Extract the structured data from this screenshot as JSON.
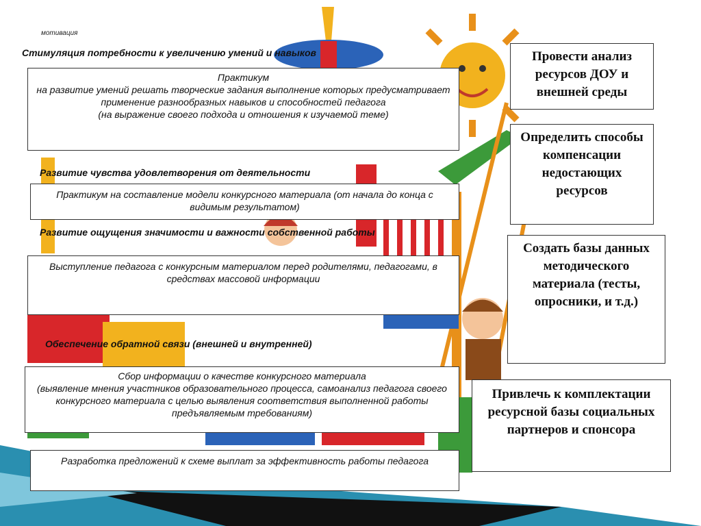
{
  "caption": "мотивация",
  "sections": [
    {
      "heading": "Стимуляция потребности к увеличению умений и навыков",
      "box_lines": [
        "Практикум",
        "на развитие  умений  решать  творческие задания выполнение которых предусматривает  применение разнообразных навыков и способностей педагога",
        "(на выражение своего подхода и отношения к изучаемой теме)"
      ]
    },
    {
      "heading": "Развитие чувства удовлетворения от деятельности",
      "box_lines": [
        "Практикум на составление  модели  конкурсного материала  (от начала до конца с видимым результатом)"
      ]
    },
    {
      "heading": "Развитие ощущения значимости и важности собственной работы",
      "box_lines": [
        "Выступление педагога с конкурсным материалом перед родителями, педагогами, в средствах массовой информации"
      ]
    },
    {
      "heading": "Обеспечение обратной связи (внешней и внутренней)",
      "box_lines": [
        "Сбор информации о качестве конкурсного материала",
        "(выявление мнения участников образовательного процесса, самоанализ педагога своего конкурсного материала с целью выявления соответствия выполненной работы предъявляемым  требованиям)"
      ]
    },
    {
      "heading": "",
      "box_lines": [
        "Разработка предложений к схеме выплат за эффективность работы педагога"
      ]
    }
  ],
  "right_boxes": [
    "Провести анализ ресурсов ДОУ и внешней среды",
    "Определить способы компенсации недостающих ресурсов",
    "Создать базы данных методического материала (тесты, опросники, и т.д.)",
    "Привлечь к комплектации ресурсной базы социальных партнеров  и спонсора"
  ],
  "colors": {
    "sun": "#f2b21e",
    "sun_ray": "#e8901a",
    "red": "#d8262a",
    "blue": "#2b63b8",
    "green": "#3c9a3a",
    "teal": "#2a8fb0",
    "dark_stripe": "#111111"
  }
}
